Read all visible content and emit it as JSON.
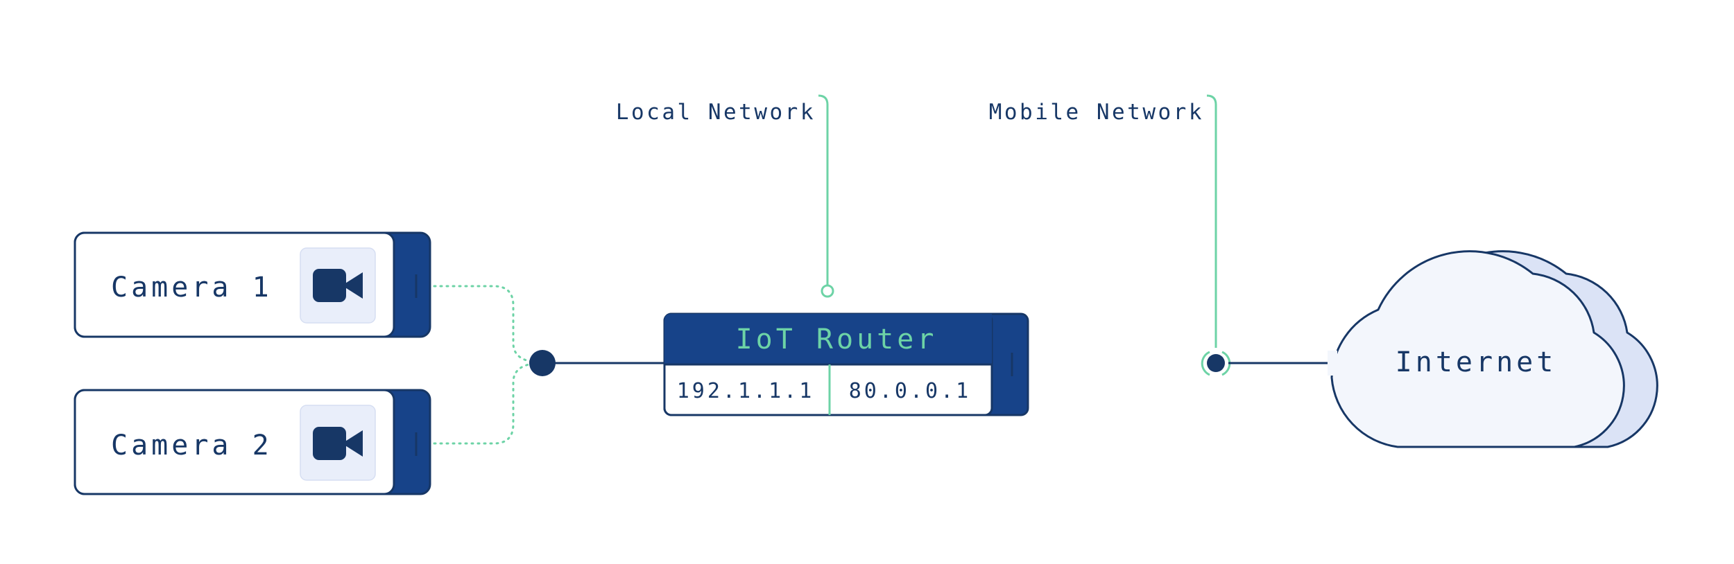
{
  "colors": {
    "navy": "#173766",
    "router_blue": "#174389",
    "accent_green": "#6dd3a6",
    "cloud_fill": "#f3f6fc",
    "cloud_back": "#dbe3f6",
    "icon_bg": "#e9eefa"
  },
  "devices": {
    "camera1": {
      "label": "Camera 1",
      "icon": "video-camera-icon"
    },
    "camera2": {
      "label": "Camera 2",
      "icon": "video-camera-icon"
    }
  },
  "router": {
    "title": "IoT Router",
    "ip_local": "192.1.1.1",
    "ip_mobile": "80.0.0.1"
  },
  "callouts": {
    "local": "Local Network",
    "mobile": "Mobile Network"
  },
  "cloud": {
    "label": "Internet"
  }
}
